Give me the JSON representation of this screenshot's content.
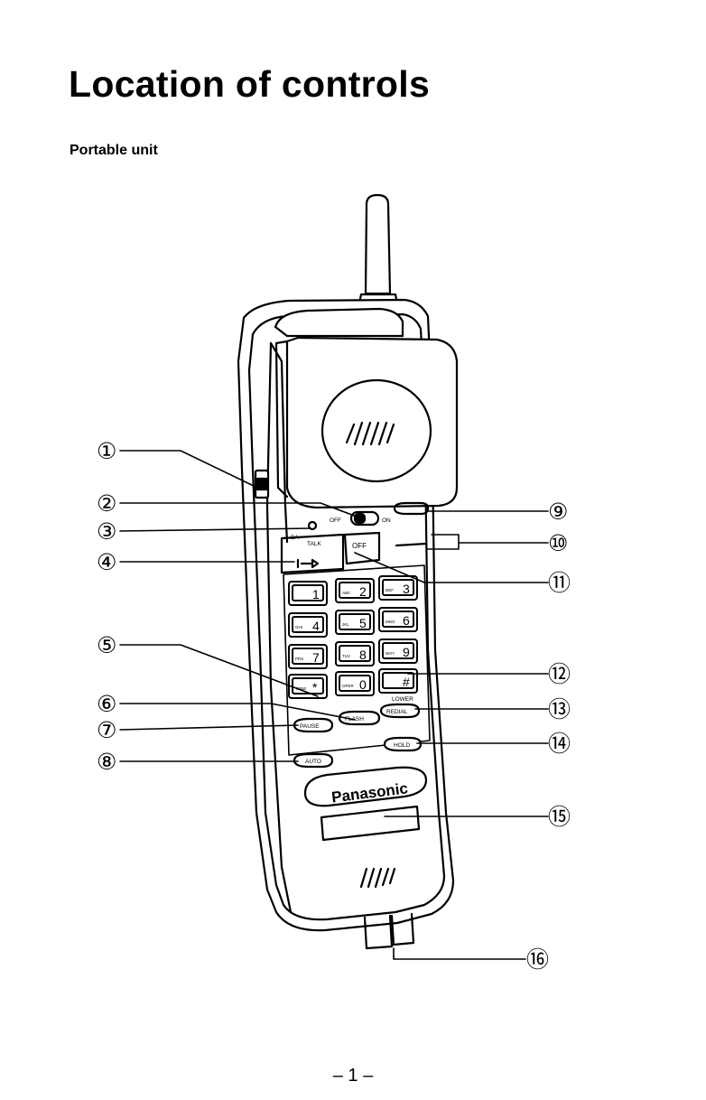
{
  "page": {
    "title": "Location of controls",
    "subtitle": "Portable unit",
    "page_number": "– 1 –"
  },
  "callouts": [
    "①",
    "②",
    "③",
    "④",
    "⑤",
    "⑥",
    "⑦",
    "⑧",
    "⑨",
    "⑩",
    "⑪",
    "⑫",
    "⑬",
    "⑭",
    "⑮",
    "⑯"
  ],
  "phone": {
    "brand": "Panasonic",
    "switch_off": "OFF",
    "switch_on": "ON",
    "talk_label": "TALK",
    "off_key": "OFF",
    "lower_label": "LOWER",
    "ba_label": "BA",
    "keys": [
      {
        "digit": "1",
        "letters": ""
      },
      {
        "digit": "2",
        "letters": "ABC"
      },
      {
        "digit": "3",
        "letters": "DEF"
      },
      {
        "digit": "4",
        "letters": "GHI"
      },
      {
        "digit": "5",
        "letters": "JKL"
      },
      {
        "digit": "6",
        "letters": "MNO"
      },
      {
        "digit": "7",
        "letters": "PRS"
      },
      {
        "digit": "8",
        "letters": "TUV"
      },
      {
        "digit": "9",
        "letters": "WXY"
      },
      {
        "digit": "*",
        "letters": "TONE"
      },
      {
        "digit": "0",
        "letters": "OPER"
      },
      {
        "digit": "#",
        "letters": ""
      }
    ],
    "function_keys": {
      "flash": "FLASH",
      "redial": "REDIAL",
      "pause": "PAUSE",
      "auto": "AUTO",
      "hold": "HOLD"
    }
  }
}
